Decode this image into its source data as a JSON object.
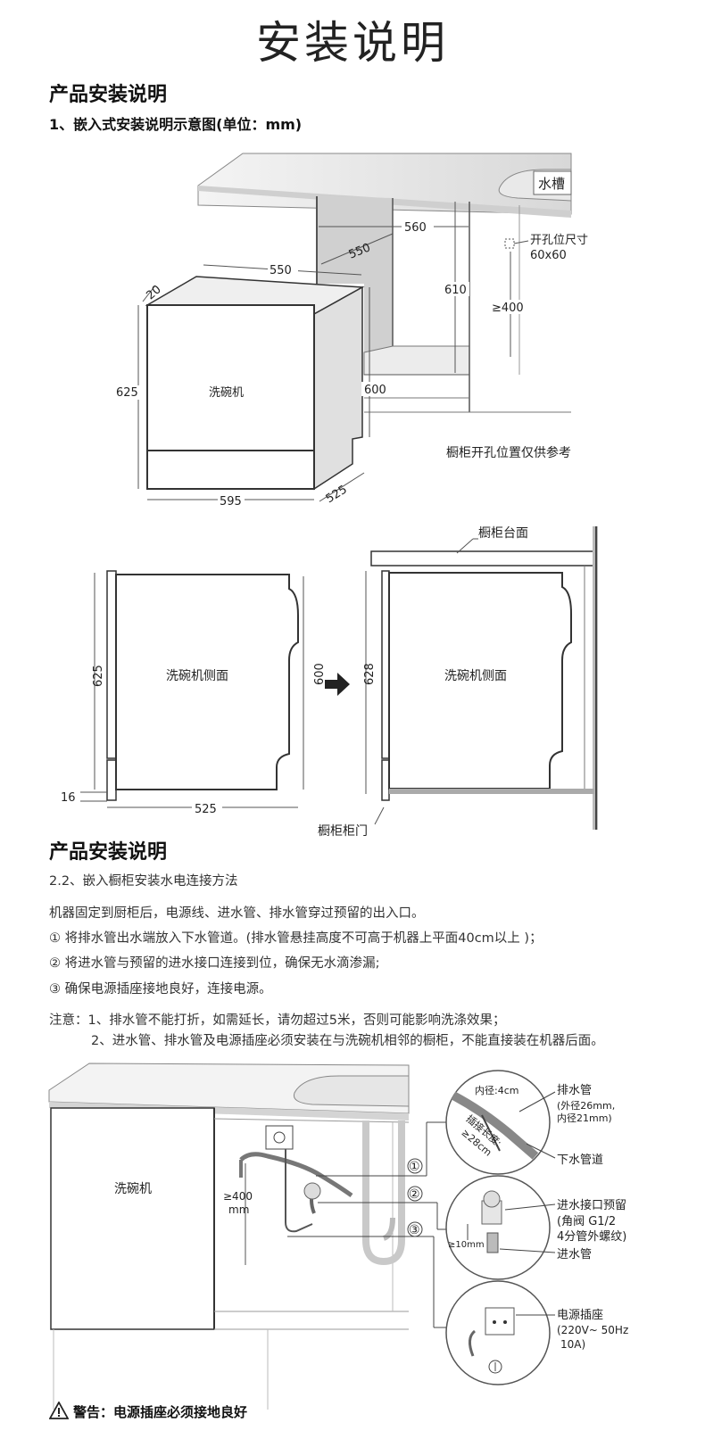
{
  "title": "安装说明",
  "section1": {
    "heading": "产品安装说明",
    "subheading": "1、嵌入式安装说明示意图(单位：mm)"
  },
  "fig1": {
    "sink": "水槽",
    "dim_560": "560",
    "dim_550_top": "550",
    "dim_550": "550",
    "dim_20": "20",
    "dim_610": "610",
    "dim_ge400": "≥400",
    "dim_625": "625",
    "dim_600": "600",
    "dim_595": "595",
    "dim_525": "525",
    "hole_size_label": "开孔位尺寸",
    "hole_size_value": "60x60",
    "dishwasher": "洗碗机",
    "note": "橱柜开孔位置仅供参考"
  },
  "fig2": {
    "counter": "橱柜台面",
    "side_label_left": "洗碗机侧面",
    "side_label_right": "洗碗机侧面",
    "dim_625": "625",
    "dim_600": "600",
    "dim_628": "628",
    "dim_16": "16",
    "dim_525": "525",
    "door": "橱柜柜门"
  },
  "section2": {
    "heading": "产品安装说明",
    "subheading": "2.2、嵌入橱柜安装水电连接方法",
    "intro": "机器固定到厨柜后，电源线、进水管、排水管穿过预留的出入口。",
    "step1": "① 将排水管出水端放入下水管道。(排水管悬挂高度不可高于机器上平面40cm以上 )；",
    "step2": "② 将进水管与预留的进水接口连接到位，确保无水滴渗漏;",
    "step3": "③ 确保电源插座接地良好，连接电源。",
    "note1": "注意：1、排水管不能打折，如需延长，请勿超过5米，否则可能影响洗涤效果；",
    "note2": "2、进水管、排水管及电源插座必须安装在与洗碗机相邻的橱柜，不能直接装在机器后面。"
  },
  "fig3": {
    "dishwasher": "洗碗机",
    "height": "≥400",
    "height_unit": "mm",
    "c1": "①",
    "c2": "②",
    "c3": "③",
    "inner_dia": "内径:4cm",
    "insert_len": "插接长度:",
    "insert_len_value": "≥28cm",
    "drain_hose": "排水管",
    "drain_outer": "(外径26mm,",
    "drain_inner": "内径21mm)",
    "drain_pipe": "下水管道",
    "inlet_reserve": "进水接口预留",
    "inlet_spec1": "(角阀 G1/2",
    "inlet_spec2": "4分管外螺纹)",
    "ge10": "≥10mm",
    "inlet_hose": "进水管",
    "socket": "电源插座",
    "socket_spec1": "(220V~ 50Hz",
    "socket_spec2": "10A)"
  },
  "warning": "警告：电源插座必须接地良好"
}
